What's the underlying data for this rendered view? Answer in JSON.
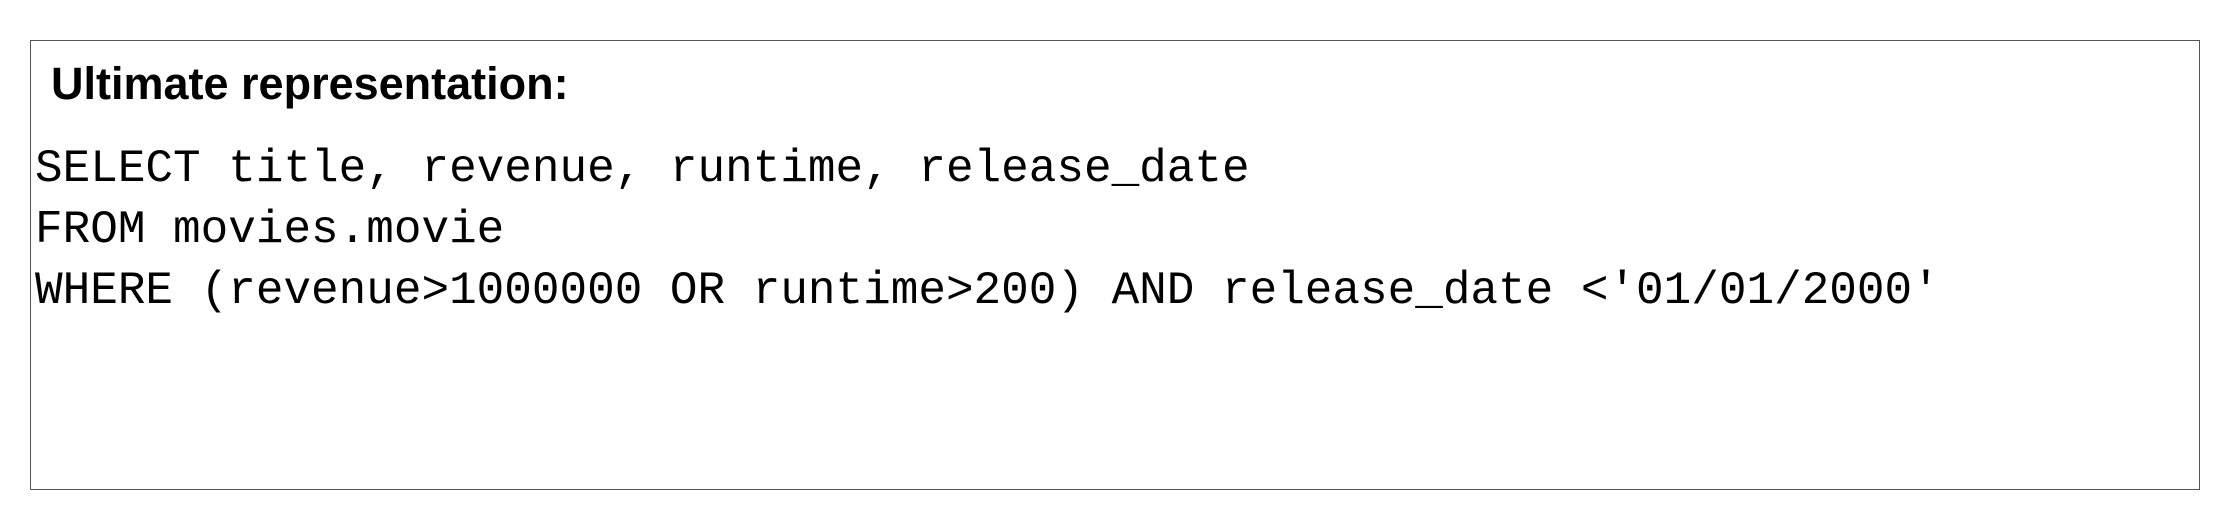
{
  "heading": "Ultimate representation:",
  "query": {
    "lines": [
      "SELECT title, revenue, runtime, release_date",
      "FROM movies.movie",
      "WHERE (revenue>1000000 OR runtime>200) AND release_date <'01/01/2000'"
    ]
  }
}
